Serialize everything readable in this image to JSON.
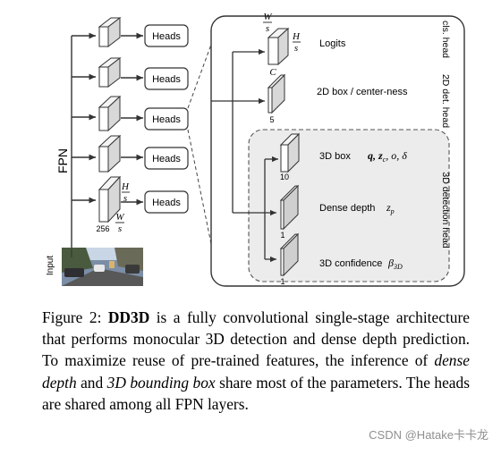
{
  "diagram": {
    "fpn_label": "FPN",
    "input_label": "Input",
    "heads_labels": [
      "Heads",
      "Heads",
      "Heads",
      "Heads",
      "Heads"
    ],
    "fpn_dims": {
      "w": "W",
      "w_den": "s",
      "h": "H",
      "h_den": "s",
      "channels": "256"
    },
    "head_panel": {
      "cls_head_label": "cls. head",
      "det2d_head_label": "2D det. head",
      "det3d_head_label": "3D detection head",
      "logits": {
        "label": "Logits",
        "channels": "C",
        "w": "W",
        "w_den": "s",
        "h": "H",
        "h_den": "s"
      },
      "box2d": {
        "label": "2D box / center-ness",
        "channels": "5"
      },
      "box3d": {
        "label": "3D box",
        "channels": "10",
        "math": "q,  z",
        "math_sub": "c",
        "math_rest": ",  o,  δ"
      },
      "dense_depth": {
        "label": "Dense depth",
        "channels": "1",
        "math": "z",
        "math_sub": "p"
      },
      "confidence": {
        "label": "3D confidence",
        "channels": "1",
        "math": "β",
        "math_sub": "3D"
      }
    }
  },
  "caption": {
    "prefix": "Figure 2:",
    "bold": "DD3D",
    "part1": " is a fully convolutional single-stage architecture that performs monocular 3D detection and dense depth prediction. To maximize reuse of pre-trained features, the inference of ",
    "italic1": "dense depth",
    "part2": " and ",
    "italic2": "3D bounding box",
    "part3": " share most of the parameters.  The heads are shared among all FPN layers."
  },
  "watermark": "CSDN @Hatake卡卡龙"
}
